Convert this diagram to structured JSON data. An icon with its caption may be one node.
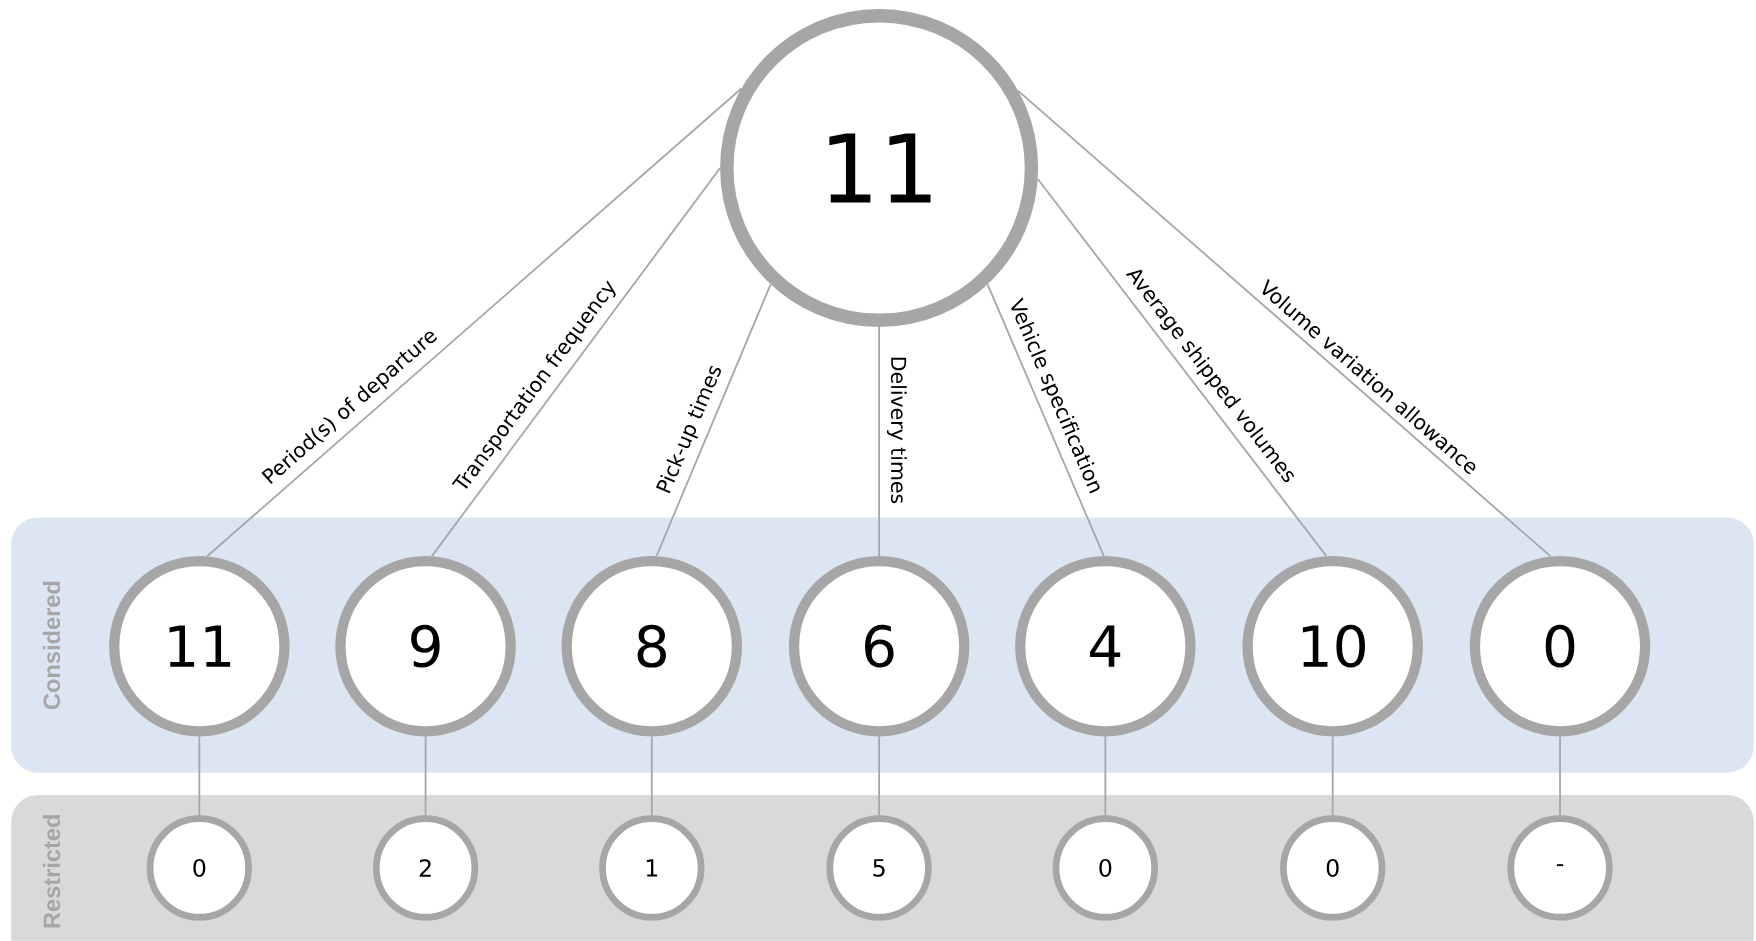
{
  "diagram": {
    "nodes": [
      {
        "text": [
          "11"
        ]
      },
      {
        "text": [
          "Considered"
        ]
      },
      {
        "text": [
          "11"
        ],
        "in": 1
      },
      {
        "text": [
          "9"
        ],
        "in": 1
      },
      {
        "text": [
          "8"
        ],
        "in": 1
      },
      {
        "text": [
          "6"
        ],
        "in": 1
      },
      {
        "text": [
          "4"
        ],
        "in": 1
      },
      {
        "text": [
          "10"
        ],
        "in": 1
      },
      {
        "text": [
          "0"
        ],
        "in": 1
      },
      {
        "text": [
          "Restricted"
        ]
      },
      {
        "text": [
          "0"
        ],
        "in": 9
      },
      {
        "text": [
          "2"
        ],
        "in": 9
      },
      {
        "text": [
          "1"
        ],
        "in": 9
      },
      {
        "text": [
          "5"
        ],
        "in": 9
      },
      {
        "text": [
          "0"
        ],
        "in": 9
      },
      {
        "text": [
          "0"
        ],
        "in": 9
      },
      {
        "text": [
          "-"
        ],
        "in": 9
      }
    ],
    "edges": [
      {
        "from": 0,
        "to": 2,
        "arrow": "none",
        "label": "Period(s) of departure"
      },
      {
        "from": 0,
        "to": 3,
        "arrow": "none",
        "label": "Transportation frequency"
      },
      {
        "from": 0,
        "to": 4,
        "arrow": "none",
        "label": "Pick-up times"
      },
      {
        "from": 0,
        "to": 5,
        "arrow": "none",
        "label": "Delivery times"
      },
      {
        "from": 0,
        "to": 6,
        "arrow": "none",
        "label": "Vehicle specification"
      },
      {
        "from": 0,
        "to": 7,
        "arrow": "none",
        "label": "Average shipped volumes"
      },
      {
        "from": 0,
        "to": 8,
        "arrow": "none",
        "label": "Volume variation allowance"
      },
      {
        "from": 2,
        "to": 10,
        "arrow": "none"
      },
      {
        "from": 3,
        "to": 11,
        "arrow": "none"
      },
      {
        "from": 4,
        "to": 12,
        "arrow": "none"
      },
      {
        "from": 5,
        "to": 13,
        "arrow": "none"
      },
      {
        "from": 6,
        "to": 14,
        "arrow": "none"
      },
      {
        "from": 7,
        "to": 15,
        "arrow": "none"
      },
      {
        "from": 8,
        "to": 16,
        "arrow": "none"
      }
    ]
  }
}
